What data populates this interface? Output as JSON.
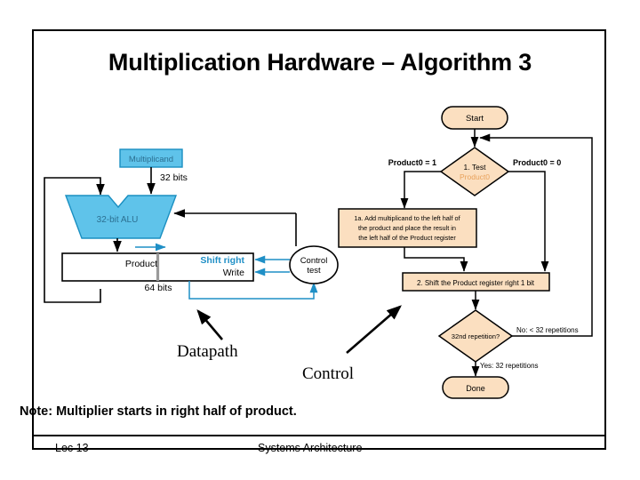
{
  "slide": {
    "title": "Multiplication Hardware – Algorithm 3",
    "note": "Note: Multiplier starts in right half of product.",
    "footer": {
      "left": "Lec 13",
      "center": "Systems Architecture"
    },
    "annotations": {
      "datapath": "Datapath",
      "control": "Control"
    }
  },
  "colors": {
    "flow_fill": "#fbdfc0",
    "flow_stroke": "#000000",
    "flow_text_accent": "#e8a15a",
    "datapath_fill": "#5fc3ea",
    "datapath_stroke": "#1a8fc1",
    "control_line": "#1f8fc6",
    "text": "#000000"
  },
  "datapath": {
    "title": "Datapath",
    "multiplicand_label": "Multiplicand",
    "multiplicand_bits": "32 bits",
    "alu_label": "32-bit ALU",
    "product_label": "Product",
    "product_bits": "64 bits",
    "shift_right_label": "Shift right",
    "write_label": "Write",
    "control_test_label_line1": "Control",
    "control_test_label_line2": "test"
  },
  "flowchart": {
    "title": "Control",
    "nodes": [
      {
        "id": "start",
        "type": "terminator",
        "label": "Start"
      },
      {
        "id": "test",
        "type": "decision",
        "label_line1": "1. Test",
        "label_line2": "Product0"
      },
      {
        "id": "add",
        "type": "process",
        "label_line1": "1a. Add multiplicand to the left half of",
        "label_line2": "the product and place the result in",
        "label_line3": "the left half of the Product register"
      },
      {
        "id": "shift",
        "type": "process",
        "label": "2. Shift the Product register right 1 bit"
      },
      {
        "id": "rep",
        "type": "decision",
        "label": "32nd repetition?"
      },
      {
        "id": "done",
        "type": "terminator",
        "label": "Done"
      }
    ],
    "edge_labels": {
      "product0_eq_1": "Product0 = 1",
      "product0_eq_0": "Product0 = 0",
      "no_branch": "No: < 32 repetitions",
      "yes_branch": "Yes: 32 repetitions"
    }
  }
}
